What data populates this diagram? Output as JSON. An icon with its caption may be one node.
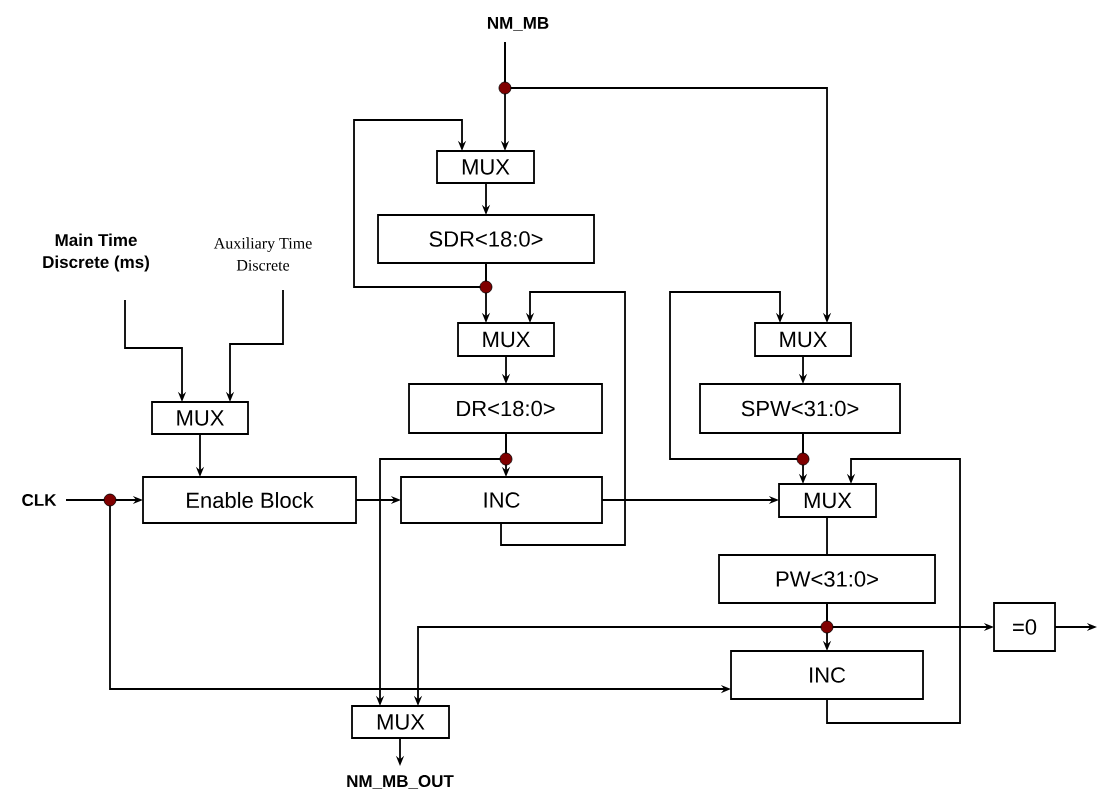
{
  "diagram": {
    "nodes": [
      {
        "text": [
          "NM_MB"
        ]
      },
      {
        "text": [
          "MUX"
        ]
      },
      {
        "text": [
          "SDR<18:0>"
        ]
      },
      {
        "text": [
          "Main Time Discrete (ms)"
        ]
      },
      {
        "text": [
          "Auxiliary Time Discrete"
        ]
      },
      {
        "text": [
          "MUX"
        ]
      },
      {
        "text": [
          "MUX"
        ]
      },
      {
        "text": [
          "DR<18:0>"
        ]
      },
      {
        "text": [
          "SPW<31:0>"
        ]
      },
      {
        "text": [
          "MUX"
        ]
      },
      {
        "text": [
          "CLK"
        ]
      },
      {
        "text": [
          "Enable Block"
        ]
      },
      {
        "text": [
          "INC"
        ]
      },
      {
        "text": [
          "MUX"
        ]
      },
      {
        "text": [
          "PW<31:0>"
        ]
      },
      {
        "text": [
          "=0"
        ]
      },
      {
        "text": [
          "INC"
        ]
      },
      {
        "text": [
          "MUX"
        ]
      },
      {
        "text": [
          "NM_MB_OUT"
        ]
      }
    ],
    "edges": [
      {
        "from": 0,
        "to": 1,
        "arrow": "to"
      },
      {
        "from": 0,
        "to": 6,
        "arrow": "to"
      },
      {
        "from": 1,
        "to": 2,
        "arrow": "to"
      },
      {
        "from": 2,
        "to": 1,
        "arrow": "to"
      },
      {
        "from": 2,
        "to": 5,
        "arrow": "to"
      },
      {
        "from": 12,
        "to": 5,
        "arrow": "to"
      },
      {
        "from": 5,
        "to": 7,
        "arrow": "to"
      },
      {
        "from": 6,
        "to": 8,
        "arrow": "to"
      },
      {
        "from": 8,
        "to": 6,
        "arrow": "to"
      },
      {
        "from": 7,
        "to": 12,
        "arrow": "to"
      },
      {
        "from": 7,
        "to": 17,
        "arrow": "to"
      },
      {
        "from": 3,
        "to": 9,
        "arrow": "to"
      },
      {
        "from": 4,
        "to": 9,
        "arrow": "to"
      },
      {
        "from": 9,
        "to": 11,
        "arrow": "to"
      },
      {
        "from": 10,
        "to": 11,
        "arrow": "to"
      },
      {
        "from": 10,
        "to": 16,
        "arrow": "to"
      },
      {
        "from": 11,
        "to": 12,
        "arrow": "to"
      },
      {
        "from": 12,
        "to": 13,
        "arrow": "to"
      },
      {
        "from": 8,
        "to": 13,
        "arrow": "to"
      },
      {
        "from": 16,
        "to": 13,
        "arrow": "to"
      },
      {
        "from": 13,
        "to": 14,
        "arrow": "none"
      },
      {
        "from": 14,
        "to": 16,
        "arrow": "to"
      },
      {
        "from": 14,
        "to": 15,
        "arrow": "to"
      },
      {
        "from": 14,
        "to": 17,
        "arrow": "to"
      },
      {
        "from": 15,
        "to": null,
        "arrow": "to"
      },
      {
        "from": 17,
        "to": 18,
        "arrow": "to"
      }
    ]
  }
}
